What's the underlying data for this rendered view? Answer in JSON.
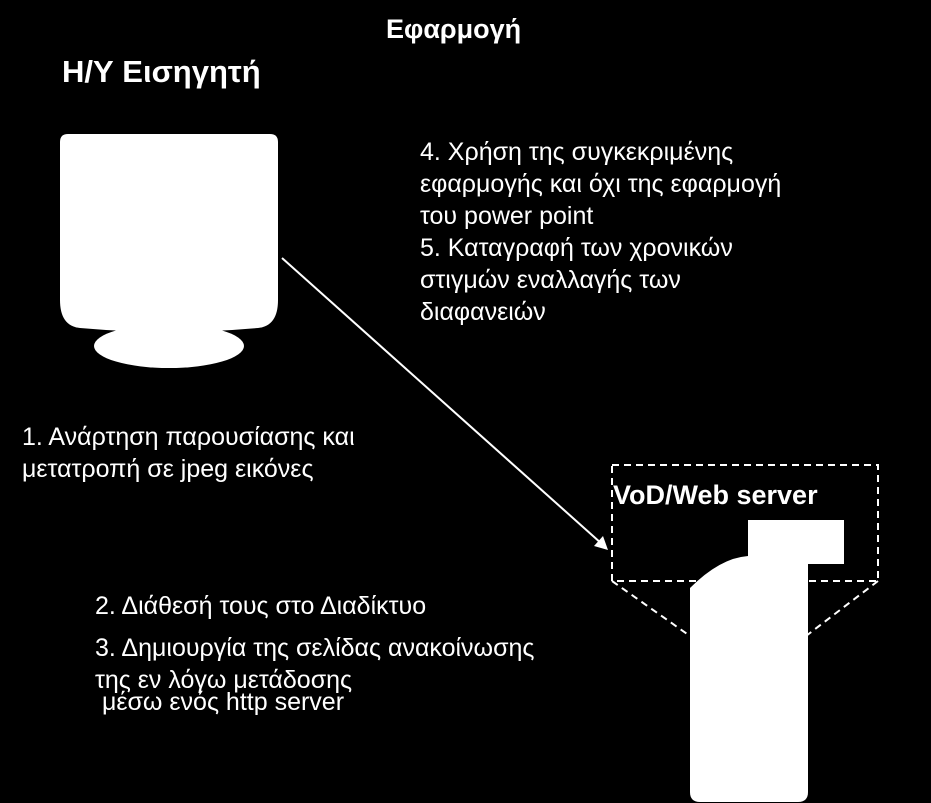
{
  "title_app": "Εφαρμογή",
  "title_pc": "Η/Υ Εισηγητή",
  "server_label": "VoD/Web server",
  "step45_lines": [
    "4. Χρήση της συγκεκριμένης",
    "εφαρμογής και όχι της εφαρμογή",
    "του power point",
    "5. Καταγραφή των χρονικών",
    "στιγμών εναλλαγής των",
    "διαφανειών"
  ],
  "step1_lines": [
    "1. Ανάρτηση παρουσίασης και",
    "μετατροπή σε jpeg εικόνες"
  ],
  "step2_lines": [
    "2. Διάθεσή τους στο Διαδίκτυο",
    " μέσω ενός http server"
  ],
  "step3_lines": [
    "3. Δημιουργία της σελίδας ανακοίνωσης",
    "της εν λόγω μετάδοσης"
  ]
}
